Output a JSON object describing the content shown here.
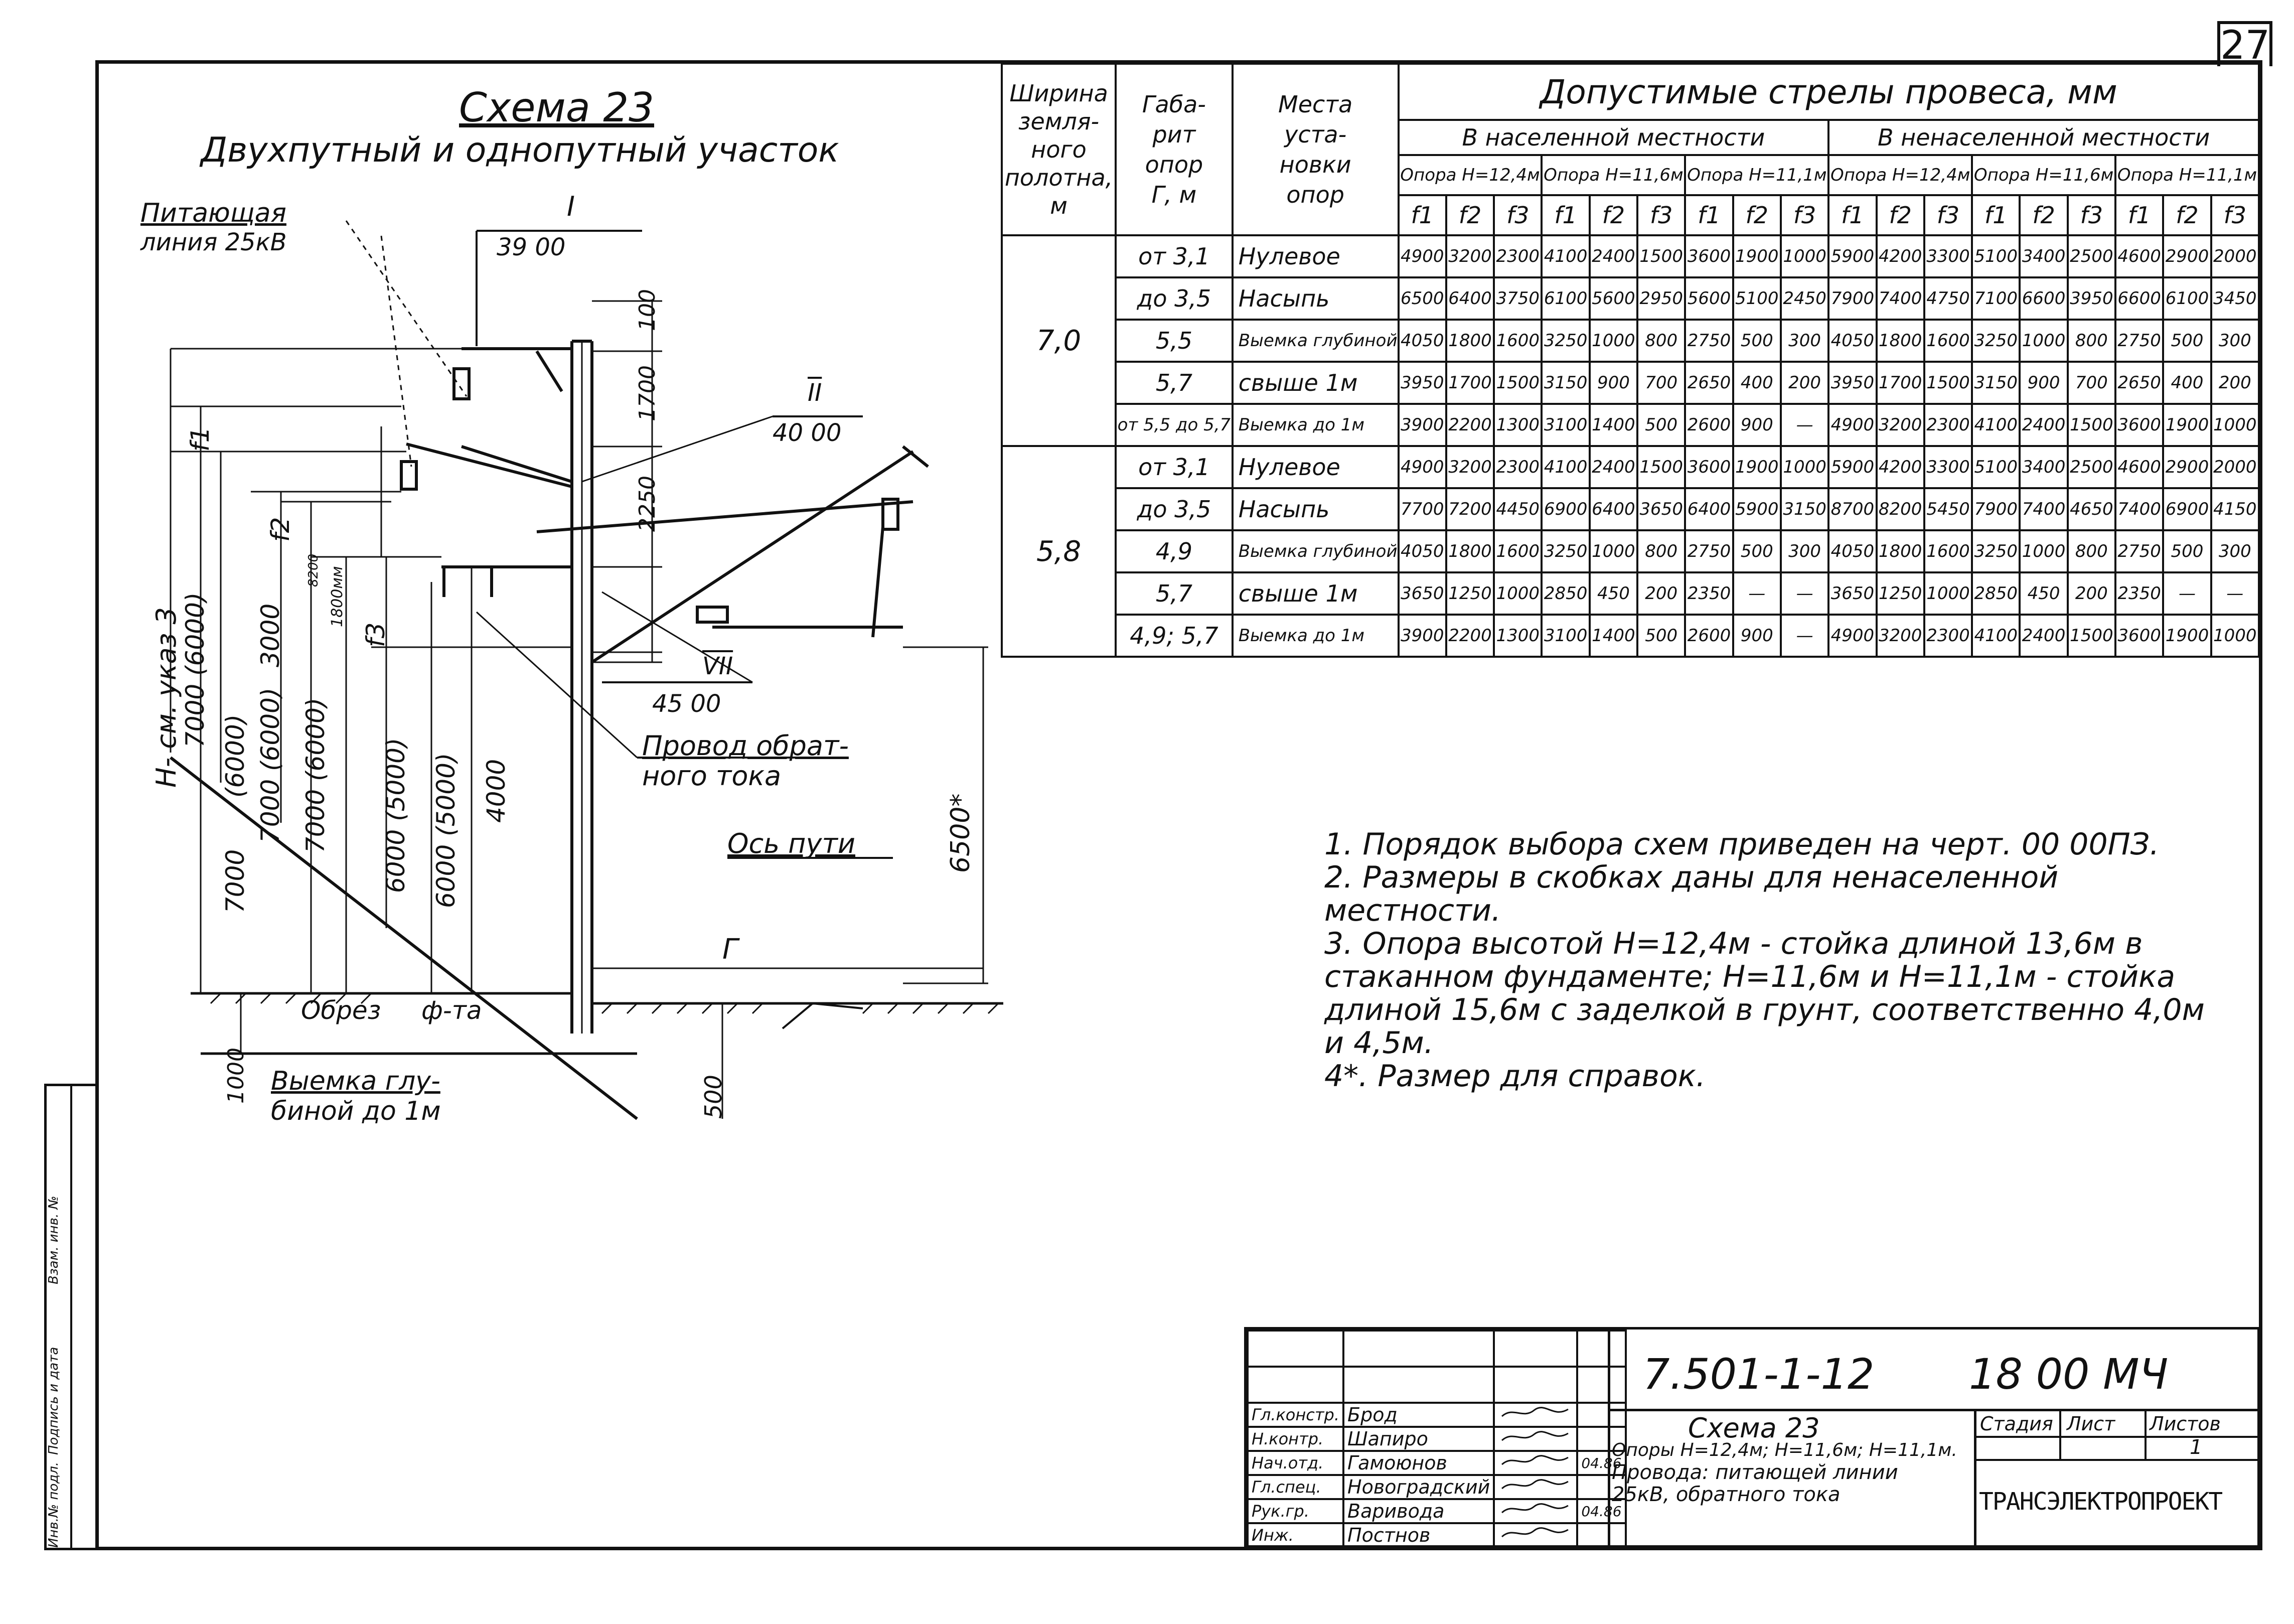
{
  "sheet_number": "27",
  "scheme": {
    "title": "Схема 23",
    "subtitle": "Двухпутный и однопутный участок",
    "feeder_label": "Питающая",
    "feeder_voltage": "линия 25кВ",
    "label_I": "I",
    "label_I_value": "39 00",
    "label_II": "II",
    "label_II_value": "40 00",
    "label_VII": "VII",
    "label_VII_value": "45 00",
    "return_wire": "Провод обрат-",
    "return_wire_2": "ного тока",
    "track_axis": "Ось пути",
    "gauge_label": "Г",
    "foundation_cut": "Обрез",
    "foundation_abbr": "ф-та",
    "cutting": "Выемка глу-",
    "cutting_2": "биной до 1м",
    "dim_100": "100",
    "dim_1700": "1700",
    "dim_2250": "2250",
    "dim_1800": "1800мм",
    "dim_6500": "6500*",
    "dim_500": "500",
    "dim_1000": "1000",
    "dim_f1": "f1",
    "dim_f2": "f2",
    "dim_f3": "f3",
    "dim_8200": "8200",
    "h_note": "Н- см. указ 3",
    "v_dims": [
      "7000 (6000)",
      "(6000)",
      "3000",
      "7000 (6000)",
      "7000 (6000)",
      "6000 (5000)",
      "6000 (5000)",
      "4000",
      "7000"
    ]
  },
  "table": {
    "headers": {
      "width": [
        "Ширина",
        "земля-",
        "ного",
        "полотна,",
        "м"
      ],
      "gabarit": [
        "Габа-",
        "рит",
        "опор",
        "Г, м"
      ],
      "place": [
        "Места",
        "уста-",
        "новки",
        "опор"
      ],
      "sag_title": "Допустимые стрелы провеса, мм",
      "populated": "В населенной местности",
      "unpopulated": "В ненаселенной местности",
      "supports": [
        "Опора Н=12,4м",
        "Опора Н=11,6м",
        "Опора Н=11,1м",
        "Опора Н=12,4м",
        "Опора Н=11,6м",
        "Опора Н=11,1м"
      ],
      "f_cols": [
        "f1",
        "f2",
        "f3"
      ]
    },
    "groups": [
      {
        "width": "7,0",
        "rows": [
          {
            "gabarit": "от 3,1",
            "place": "Нулевое",
            "values": [
              "4900",
              "3200",
              "2300",
              "4100",
              "2400",
              "1500",
              "3600",
              "1900",
              "1000",
              "5900",
              "4200",
              "3300",
              "5100",
              "3400",
              "2500",
              "4600",
              "2900",
              "2000"
            ]
          },
          {
            "gabarit": "до 3,5",
            "place": "Насыпь",
            "values": [
              "6500",
              "6400",
              "3750",
              "6100",
              "5600",
              "2950",
              "5600",
              "5100",
              "2450",
              "7900",
              "7400",
              "4750",
              "7100",
              "6600",
              "3950",
              "6600",
              "6100",
              "3450"
            ]
          },
          {
            "gabarit": "5,5",
            "place": "Выемка глубиной",
            "values": [
              "4050",
              "1800",
              "1600",
              "3250",
              "1000",
              "800",
              "2750",
              "500",
              "300",
              "4050",
              "1800",
              "1600",
              "3250",
              "1000",
              "800",
              "2750",
              "500",
              "300"
            ]
          },
          {
            "gabarit": "5,7",
            "place": "свыше 1м",
            "values": [
              "3950",
              "1700",
              "1500",
              "3150",
              "900",
              "700",
              "2650",
              "400",
              "200",
              "3950",
              "1700",
              "1500",
              "3150",
              "900",
              "700",
              "2650",
              "400",
              "200"
            ]
          },
          {
            "gabarit": "от 5,5 до 5,7",
            "place": "Выемка до 1м",
            "values": [
              "3900",
              "2200",
              "1300",
              "3100",
              "1400",
              "500",
              "2600",
              "900",
              "—",
              "4900",
              "3200",
              "2300",
              "4100",
              "2400",
              "1500",
              "3600",
              "1900",
              "1000"
            ]
          }
        ]
      },
      {
        "width": "5,8",
        "rows": [
          {
            "gabarit": "от 3,1",
            "place": "Нулевое",
            "values": [
              "4900",
              "3200",
              "2300",
              "4100",
              "2400",
              "1500",
              "3600",
              "1900",
              "1000",
              "5900",
              "4200",
              "3300",
              "5100",
              "3400",
              "2500",
              "4600",
              "2900",
              "2000"
            ]
          },
          {
            "gabarit": "до 3,5",
            "place": "Насыпь",
            "values": [
              "7700",
              "7200",
              "4450",
              "6900",
              "6400",
              "3650",
              "6400",
              "5900",
              "3150",
              "8700",
              "8200",
              "5450",
              "7900",
              "7400",
              "4650",
              "7400",
              "6900",
              "4150"
            ]
          },
          {
            "gabarit": "4,9",
            "place": "Выемка глубиной",
            "values": [
              "4050",
              "1800",
              "1600",
              "3250",
              "1000",
              "800",
              "2750",
              "500",
              "300",
              "4050",
              "1800",
              "1600",
              "3250",
              "1000",
              "800",
              "2750",
              "500",
              "300"
            ]
          },
          {
            "gabarit": "5,7",
            "place": "свыше 1м",
            "values": [
              "3650",
              "1250",
              "1000",
              "2850",
              "450",
              "200",
              "2350",
              "—",
              "—",
              "3650",
              "1250",
              "1000",
              "2850",
              "450",
              "200",
              "2350",
              "—",
              "—"
            ]
          },
          {
            "gabarit": "4,9; 5,7",
            "place": "Выемка до 1м",
            "values": [
              "3900",
              "2200",
              "1300",
              "3100",
              "1400",
              "500",
              "2600",
              "900",
              "—",
              "4900",
              "3200",
              "2300",
              "4100",
              "2400",
              "1500",
              "3600",
              "1900",
              "1000"
            ]
          }
        ]
      }
    ]
  },
  "notes": [
    "1. Порядок выбора схем приведен на черт. 00 00ПЗ.",
    "2. Размеры в скобках даны для ненаселенной местности.",
    "3. Опора высотой Н=12,4м - стойка длиной 13,6м в стаканном фундаменте; Н=11,6м и Н=11,1м - стойка длиной 15,6м с заделкой в грунт, соответственно 4,0м и 4,5м.",
    "4*. Размер для справок."
  ],
  "stamp": {
    "doc_code": "7.501-1-12",
    "doc_code2": "18 00 МЧ",
    "roles": [
      "Гл.констр.",
      "Н.контр.",
      "Нач.отд.",
      "Гл.спец.",
      "Рук.гр.",
      "Инж."
    ],
    "names": [
      "Брод",
      "Шапиро",
      "Гамоюнов",
      "Новоградский",
      "Варивода",
      "Постнов"
    ],
    "dates": [
      "",
      "",
      "04.86",
      "",
      "04.86",
      ""
    ],
    "title_lines": [
      "Схема 23",
      "Опоры Н=12,4м; Н=11,6м; Н=11,1м.",
      "Провода: питающей линии",
      "25кВ, обратного тока"
    ],
    "stage_label": "Стадия",
    "sheet_label": "Лист",
    "sheets_label": "Листов",
    "sheets_value": "1",
    "org": "ТРАНСЭЛЕКТРОПРОЕКТ"
  },
  "left_margin": [
    "Инв.№ подл.",
    "Подпись и дата",
    "Взам. инв. №"
  ]
}
